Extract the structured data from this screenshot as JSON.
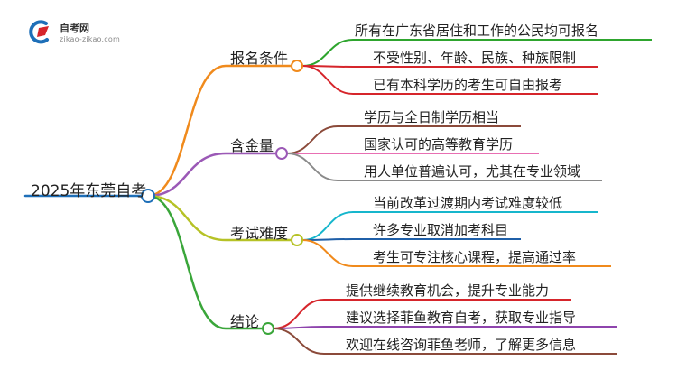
{
  "logo": {
    "name": "自考网",
    "url": "zikao-zikao.com"
  },
  "root": {
    "label": "2025年东莞自考",
    "color": "#1e6fb8"
  },
  "branches": [
    {
      "label": "报名条件",
      "color": "#f08a1c",
      "leaves": [
        {
          "label": "所有在广东省居住和工作的公民均可报名",
          "color": "#2ea52e"
        },
        {
          "label": "不受性别、年龄、民族、种族限制",
          "color": "#d6252b"
        },
        {
          "label": "已有本科学历的考生可自由报考",
          "color": "#d6252b"
        }
      ]
    },
    {
      "label": "含金量",
      "color": "#9b59b6",
      "leaves": [
        {
          "label": "学历与全日制学历相当",
          "color": "#8b4a3a"
        },
        {
          "label": "国家认可的高等教育学历",
          "color": "#e86fb3"
        },
        {
          "label": "用人单位普遍认可，尤其在专业领域",
          "color": "#8a8a8a"
        }
      ]
    },
    {
      "label": "考试难度",
      "color": "#b6c226",
      "leaves": [
        {
          "label": "当前改革过渡期内考试难度较低",
          "color": "#16b6cc"
        },
        {
          "label": "许多专业取消加考科目",
          "color": "#1f5fa8"
        },
        {
          "label": "考生可专注核心课程，提高通过率",
          "color": "#f08a1c"
        }
      ]
    },
    {
      "label": "结论",
      "color": "#3aa63a",
      "leaves": [
        {
          "label": "提供继续教育机会，提升专业能力",
          "color": "#d6252b"
        },
        {
          "label": "建议选择菲鱼教育自考，获取专业指导",
          "color": "#8e44ad"
        },
        {
          "label": "欢迎在线咨询菲鱼老师，了解更多信息",
          "color": "#8b4a3a"
        }
      ]
    }
  ]
}
